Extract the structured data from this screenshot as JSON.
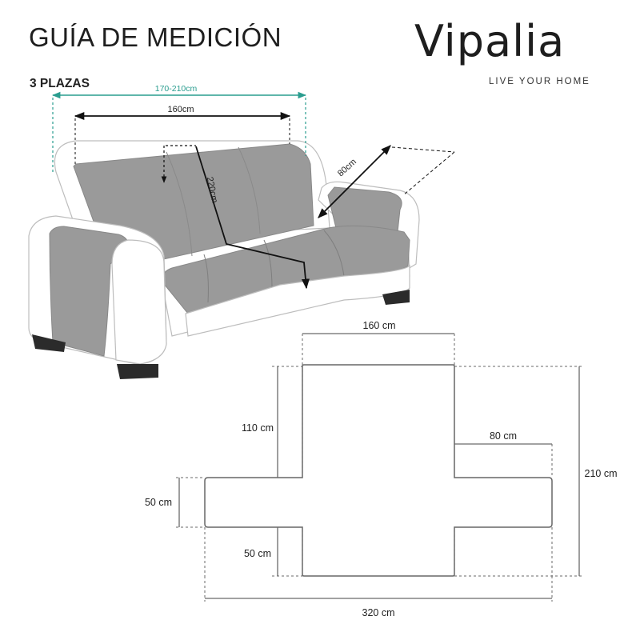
{
  "header": {
    "title": "GUÍA DE MEDICIÓN",
    "subtitle": "3 PLAZAS",
    "brand": "Vipalia",
    "tagline": "LIVE YOUR HOME"
  },
  "sofa": {
    "range_label": "170-210cm",
    "width_label": "160cm",
    "depth_label": "220cm",
    "arm_label": "80cm"
  },
  "plan": {
    "top_width": "160 cm",
    "upper_height": "110 cm",
    "arm_width": "80 cm",
    "total_height": "210 cm",
    "arm_height": "50 cm",
    "lower_height": "50 cm",
    "total_width": "320 cm"
  },
  "colors": {
    "teal": "#2a9d8f",
    "cover_gray": "#9a9a9a",
    "dim_line": "#6a6a6a"
  }
}
